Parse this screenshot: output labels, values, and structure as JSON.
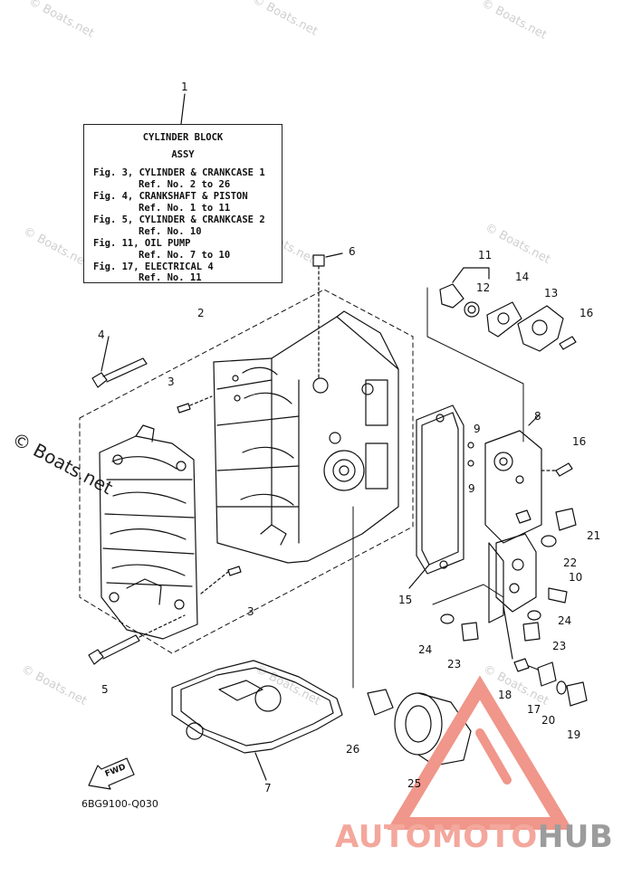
{
  "watermark": {
    "text": "© Boats.net"
  },
  "legend": {
    "title_line1": "CYLINDER BLOCK",
    "title_line2": "ASSY",
    "refs": [
      {
        "fig": "Fig. 3, CYLINDER & CRANKCASE 1",
        "ref": "Ref. No. 2 to 26"
      },
      {
        "fig": "Fig. 4, CRANKSHAFT & PISTON",
        "ref": "Ref. No. 1 to 11"
      },
      {
        "fig": "Fig. 5, CYLINDER & CRANKCASE 2",
        "ref": "Ref. No. 10"
      },
      {
        "fig": "Fig. 11, OIL PUMP",
        "ref": "Ref. No. 7 to 10"
      },
      {
        "fig": "Fig. 17, ELECTRICAL 4",
        "ref": "Ref. No. 11"
      }
    ]
  },
  "callouts": [
    "1",
    "2",
    "3",
    "3",
    "4",
    "5",
    "6",
    "7",
    "8",
    "9",
    "9",
    "10",
    "11",
    "12",
    "13",
    "14",
    "15",
    "16",
    "16",
    "17",
    "18",
    "19",
    "20",
    "21",
    "22",
    "23",
    "23",
    "24",
    "24",
    "25",
    "26"
  ],
  "fwd_label": "FWD",
  "diagram_code": "6BG9100-Q030",
  "brand": {
    "part1": "AUTOMOTO",
    "part2": "HUB"
  },
  "colors": {
    "line": "#111111",
    "watermark": "#cfcfcf",
    "brand_accent": "#f4a79c",
    "brand_gray": "#9c9c9c",
    "logo_red": "#f0968a"
  }
}
